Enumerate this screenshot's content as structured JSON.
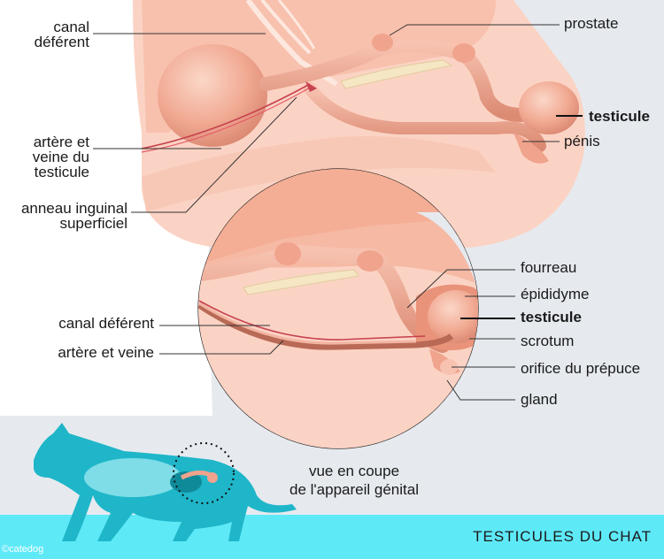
{
  "labels": {
    "canal_deferent_top_1": "canal",
    "canal_deferent_top_2": "déférent",
    "prostate": "prostate",
    "testicule_top": "testicule",
    "penis": "pénis",
    "artere_veine_testicule_1": "artère et",
    "artere_veine_testicule_2": "veine du",
    "artere_veine_testicule_3": "testicule",
    "anneau_inguinal_1": "anneau inguinal",
    "anneau_inguinal_2": "superficiel",
    "fourreau": "fourreau",
    "epididyme": "épididyme",
    "testicule_zoom": "testicule",
    "scrotum": "scrotum",
    "orifice_prepuce": "orifice du prépuce",
    "gland": "gland",
    "canal_deferent_zoom": "canal déférent",
    "artere_veine_zoom": "artère et veine"
  },
  "caption": {
    "line1": "vue en coupe",
    "line2": "de l'appareil génital"
  },
  "footer": {
    "title": "TESTICULES DU CHAT",
    "copyright": "©catedog"
  },
  "colors": {
    "flesh": "#f4b8a5",
    "organ": "#f0a38d",
    "organ_dark": "#d9826c",
    "bg_gray": "#e6eaef",
    "banner": "#5ee9f7",
    "cat": "#1fb6c9",
    "vessel": "#c7424f"
  }
}
